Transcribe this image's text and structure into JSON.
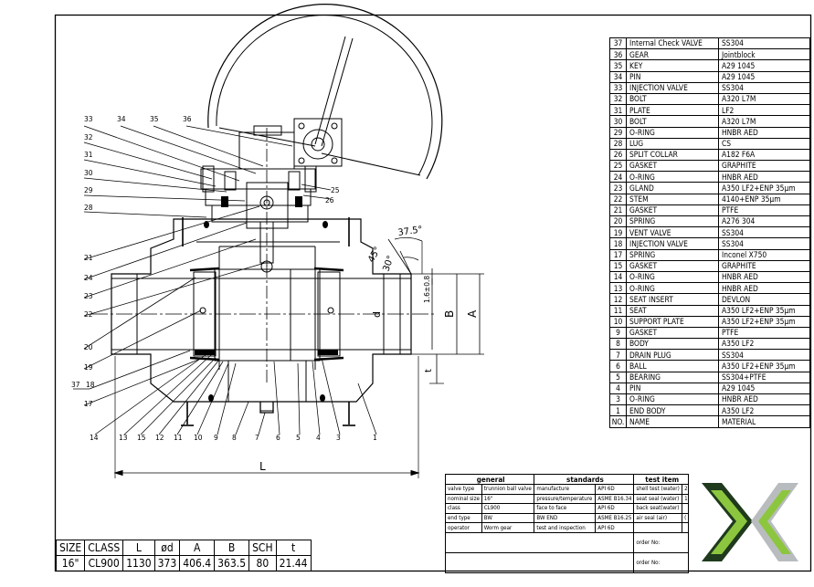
{
  "angles": {
    "a1": "37.5°",
    "a2": "45°",
    "a3": "30°"
  },
  "dims": {
    "L": "L",
    "d": "d",
    "B": "B",
    "A": "A",
    "t": "t",
    "tol": "1.6±0.8"
  },
  "callouts": {
    "left": [
      "33",
      "34",
      "35",
      "36",
      "32",
      "31",
      "30",
      "29",
      "28",
      "21",
      "24",
      "23",
      "22",
      "20",
      "19",
      "37",
      "18",
      "17"
    ],
    "bottom": [
      "14",
      "13",
      "15",
      "12",
      "11",
      "10",
      "9",
      "8",
      "7",
      "6",
      "5",
      "4",
      "3",
      "1"
    ],
    "right": [
      "25",
      "26"
    ]
  },
  "bom": [
    {
      "no": "37",
      "name": "Internal Check VALVE",
      "mat": "SS304"
    },
    {
      "no": "36",
      "name": "GEAR",
      "mat": "Jointblock"
    },
    {
      "no": "35",
      "name": "KEY",
      "mat": "A29 1045"
    },
    {
      "no": "34",
      "name": "PIN",
      "mat": "A29 1045"
    },
    {
      "no": "33",
      "name": "INJECTION VALVE",
      "mat": "SS304"
    },
    {
      "no": "32",
      "name": "BOLT",
      "mat": "A320 L7M"
    },
    {
      "no": "31",
      "name": "PLATE",
      "mat": "LF2"
    },
    {
      "no": "30",
      "name": "BOLT",
      "mat": "A320 L7M"
    },
    {
      "no": "29",
      "name": "O-RING",
      "mat": "HNBR AED"
    },
    {
      "no": "28",
      "name": "LUG",
      "mat": "CS"
    },
    {
      "no": "26",
      "name": "SPLIT COLLAR",
      "mat": "A182 F6A"
    },
    {
      "no": "25",
      "name": "GASKET",
      "mat": "GRAPHITE"
    },
    {
      "no": "24",
      "name": "O-RING",
      "mat": "HNBR AED"
    },
    {
      "no": "23",
      "name": "GLAND",
      "mat": "A350 LF2+ENP 35μm"
    },
    {
      "no": "22",
      "name": "STEM",
      "mat": "4140+ENP 35μm"
    },
    {
      "no": "21",
      "name": "GASKET",
      "mat": "PTFE"
    },
    {
      "no": "20",
      "name": "SPRING",
      "mat": "A276 304"
    },
    {
      "no": "19",
      "name": "VENT VALVE",
      "mat": "SS304"
    },
    {
      "no": "18",
      "name": "INJECTION VALVE",
      "mat": "SS304"
    },
    {
      "no": "17",
      "name": "SPRING",
      "mat": "Inconel X750"
    },
    {
      "no": "15",
      "name": "GASKET",
      "mat": "GRAPHITE"
    },
    {
      "no": "14",
      "name": "O-RING",
      "mat": "HNBR AED"
    },
    {
      "no": "13",
      "name": "O-RING",
      "mat": "HNBR AED"
    },
    {
      "no": "12",
      "name": "SEAT INSERT",
      "mat": "DEVLON"
    },
    {
      "no": "11",
      "name": "SEAT",
      "mat": "A350 LF2+ENP 35μm"
    },
    {
      "no": "10",
      "name": "SUPPORT PLATE",
      "mat": "A350 LF2+ENP 35μm"
    },
    {
      "no": "9",
      "name": "GASKET",
      "mat": "PTFE"
    },
    {
      "no": "8",
      "name": "BODY",
      "mat": "A350 LF2"
    },
    {
      "no": "7",
      "name": "DRAIN PLUG",
      "mat": "SS304"
    },
    {
      "no": "6",
      "name": "BALL",
      "mat": "A350 LF2+ENP 35μm"
    },
    {
      "no": "5",
      "name": "BEARING",
      "mat": "SS304+PTFE"
    },
    {
      "no": "4",
      "name": "PIN",
      "mat": "A29 1045"
    },
    {
      "no": "3",
      "name": "O-RING",
      "mat": "HNBR AED"
    },
    {
      "no": "1",
      "name": "END BODY",
      "mat": "A350 LF2"
    },
    {
      "no": "NO.",
      "name": "NAME",
      "mat": "MATERIAL"
    }
  ],
  "standards": {
    "headers": {
      "general": "general",
      "standards": "standards",
      "test": "test item"
    },
    "rows": [
      {
        "k": "valve type",
        "v": "trunnion ball valve",
        "sk": "manufacture",
        "sv": "API 6D",
        "t": "shell test (water)",
        "x": "2"
      },
      {
        "k": "nominal size",
        "v": "16\"",
        "sk": "pressure/temperature",
        "sv": "ASME B16.34",
        "t": "seat seal (water)",
        "x": "1"
      },
      {
        "k": "class",
        "v": "CL900",
        "sk": "face to face",
        "sv": "API 6D",
        "t": "back seat(water)",
        "x": ""
      },
      {
        "k": "end type",
        "v": "BW",
        "sk": "BW END",
        "sv": "ASME B16.25",
        "t": "air seal (air)",
        "x": "("
      },
      {
        "k": "operator",
        "v": "Worm gear",
        "sk": "test and inspection",
        "sv": "API 6D",
        "t": "",
        "x": ""
      }
    ],
    "order1": "order No:",
    "order2": "order No:"
  },
  "dimtable": {
    "headers": [
      "SIZE",
      "CLASS",
      "L",
      "ød",
      "A",
      "B",
      "SCH",
      "t"
    ],
    "values": [
      "16\"",
      "CL900",
      "1130",
      "373",
      "406.4",
      "363.5",
      "80",
      "21.44"
    ]
  },
  "colors": {
    "logo_dark": "#1f3a1c",
    "logo_light": "#8cc63f",
    "logo_grey": "#b9bcbf"
  }
}
